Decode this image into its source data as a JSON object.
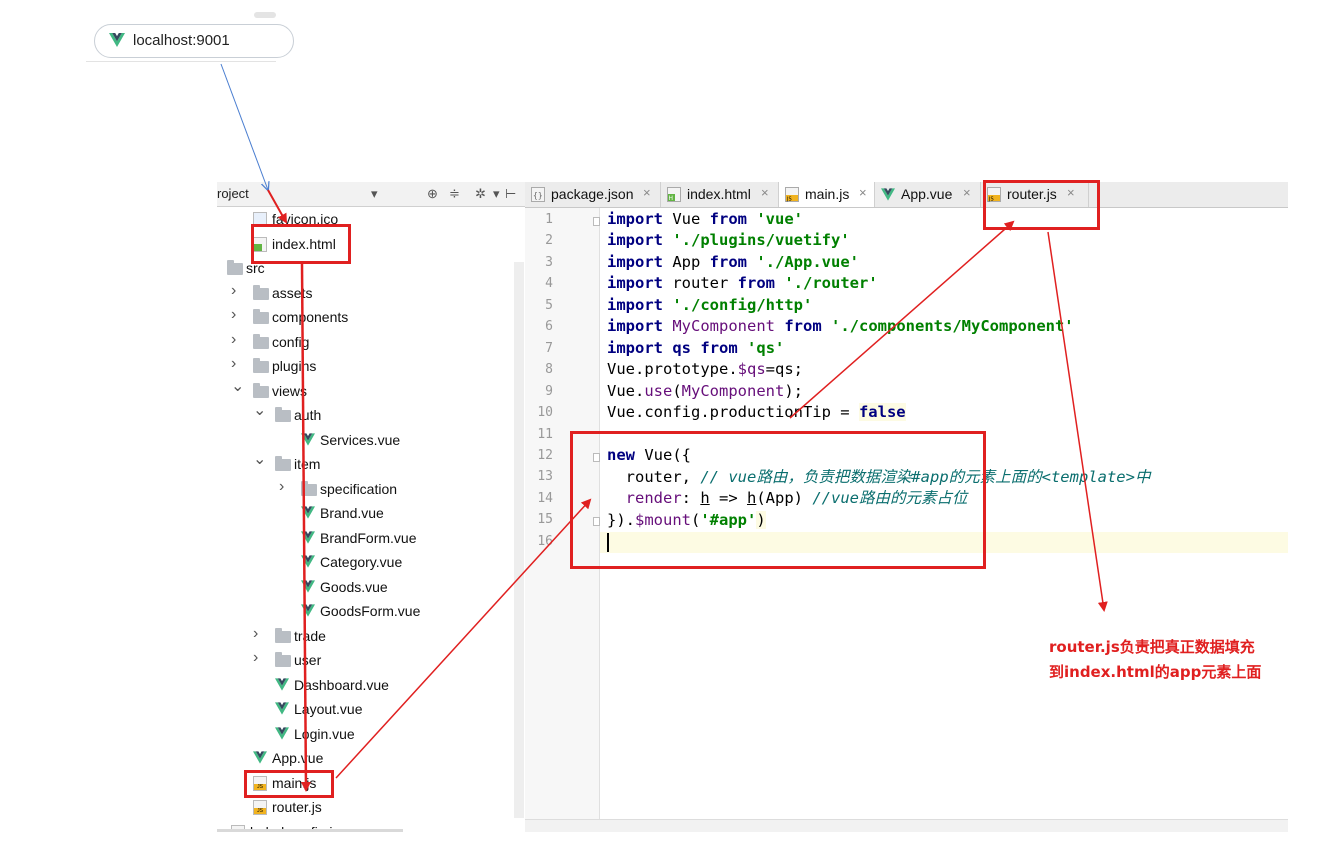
{
  "browser": {
    "address": "localhost:9001"
  },
  "project_panel": {
    "title": "roject",
    "items": [
      {
        "label": "favicon.ico",
        "type": "ico"
      },
      {
        "label": "index.html",
        "type": "html"
      },
      {
        "label": "src",
        "type": "folder"
      },
      {
        "label": "assets",
        "type": "folder"
      },
      {
        "label": "components",
        "type": "folder"
      },
      {
        "label": "config",
        "type": "folder"
      },
      {
        "label": "plugins",
        "type": "folder"
      },
      {
        "label": "views",
        "type": "folder"
      },
      {
        "label": "auth",
        "type": "folder"
      },
      {
        "label": "Services.vue",
        "type": "vue"
      },
      {
        "label": "item",
        "type": "folder"
      },
      {
        "label": "specification",
        "type": "folder"
      },
      {
        "label": "Brand.vue",
        "type": "vue"
      },
      {
        "label": "BrandForm.vue",
        "type": "vue"
      },
      {
        "label": "Category.vue",
        "type": "vue"
      },
      {
        "label": "Goods.vue",
        "type": "vue"
      },
      {
        "label": "GoodsForm.vue",
        "type": "vue"
      },
      {
        "label": "trade",
        "type": "folder"
      },
      {
        "label": "user",
        "type": "folder"
      },
      {
        "label": "Dashboard.vue",
        "type": "vue"
      },
      {
        "label": "Layout.vue",
        "type": "vue"
      },
      {
        "label": "Login.vue",
        "type": "vue"
      },
      {
        "label": "App.vue",
        "type": "vue"
      },
      {
        "label": "main.js",
        "type": "js"
      },
      {
        "label": "router.js",
        "type": "js"
      },
      {
        "label": "babel.config.js",
        "type": "js"
      }
    ]
  },
  "editor": {
    "tabs": [
      {
        "label": "package.json",
        "icon": "json-file-icon"
      },
      {
        "label": "index.html",
        "icon": "html-file-icon"
      },
      {
        "label": "main.js",
        "icon": "js-file-icon",
        "active": true
      },
      {
        "label": "App.vue",
        "icon": "vue-file-icon"
      },
      {
        "label": "router.js",
        "icon": "js-file-icon"
      }
    ],
    "line_numbers": [
      "1",
      "2",
      "3",
      "4",
      "5",
      "6",
      "7",
      "8",
      "9",
      "10",
      "11",
      "12",
      "13",
      "14",
      "15",
      "16"
    ],
    "code": {
      "l1": {
        "kw1": "import",
        "t1": " Vue ",
        "kw2": "from",
        "s": "'vue'"
      },
      "l2": {
        "kw1": "import",
        "s": "'./plugins/vuetify'"
      },
      "l3": {
        "kw1": "import",
        "t1": " App ",
        "kw2": "from",
        "s": "'./App.vue'"
      },
      "l4": {
        "kw1": "import",
        "t1": " router ",
        "kw2": "from",
        "s": "'./router'"
      },
      "l5": {
        "kw1": "import",
        "s": "'./config/http'"
      },
      "l6": {
        "kw1": "import",
        "p": "MyComponent",
        "kw2": "from",
        "s": "'./components/MyComponent'"
      },
      "l7": {
        "kw1": "import",
        "kw2": "qs",
        "kw3": "from",
        "s": "'qs'"
      },
      "l8": {
        "t1": "Vue.prototype.",
        "p": "$qs",
        "t2": "=qs;"
      },
      "l9": {
        "t1": "Vue.",
        "p1": "use",
        "t2": "(",
        "p2": "MyComponent",
        "t3": ");"
      },
      "l10": {
        "t1": "Vue.config.productionTip = ",
        "kw": "false"
      },
      "l12": {
        "kw": "new",
        "t1": " Vue({"
      },
      "l13": {
        "t1": "  router, ",
        "c": "// vue路由，负责把数据渲染#app的元素上面的<template>中"
      },
      "l14": {
        "p1": "  render",
        "t1": ": ",
        "h1": "h",
        "t2": " => ",
        "h2": "h",
        "t3": "(App) ",
        "c": "//vue路由的元素占位"
      },
      "l15": {
        "t1": "}).",
        "p": "$mount",
        "t2": "(",
        "s": "'#app'",
        "t3": ")"
      }
    }
  },
  "annotation": {
    "line1": "router.js负责把真正数据填充",
    "line2": "到index.html的app元素上面"
  },
  "colors": {
    "annotation_red": "#e02020",
    "keyword": "#000080",
    "string": "#008000",
    "member": "#660e7a"
  }
}
